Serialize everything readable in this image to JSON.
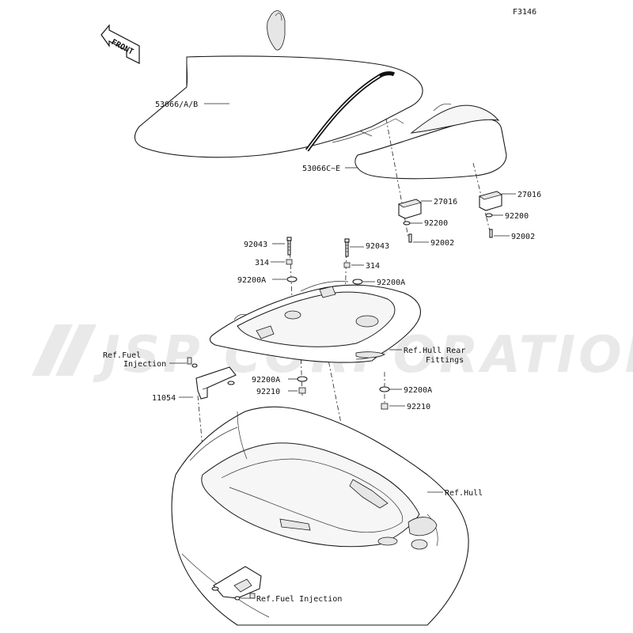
{
  "diagram_code": "F3146",
  "watermark": "JSP CORPORATION",
  "front_arrow": "FRONT",
  "callouts": {
    "seat_front": "53066/A/B",
    "seat_rear": "53066C~E",
    "stopper_left": "27016",
    "stopper_right": "27016",
    "washer_left": "92200",
    "washer_right": "92200",
    "bolt_left": "92002",
    "bolt_right": "92002",
    "stud_left": "92043",
    "stud_right": "92043",
    "nut_left": "314",
    "nut_right": "314",
    "washer_a_upper_left": "92200A",
    "washer_a_upper_right": "92200A",
    "ref_hull_rear_line1": "Ref.Hull Rear",
    "ref_hull_rear_line2": "Fittings",
    "ref_fuel_line1": "Ref.Fuel",
    "ref_fuel_line2": "Injection",
    "bracket": "11054",
    "washer_a_lower_left": "92200A",
    "nut_lower_left": "92210",
    "washer_a_lower_right": "92200A",
    "nut_lower_right": "92210",
    "ref_hull": "Ref.Hull",
    "ref_fuel_bottom": "Ref.Fuel Injection"
  }
}
